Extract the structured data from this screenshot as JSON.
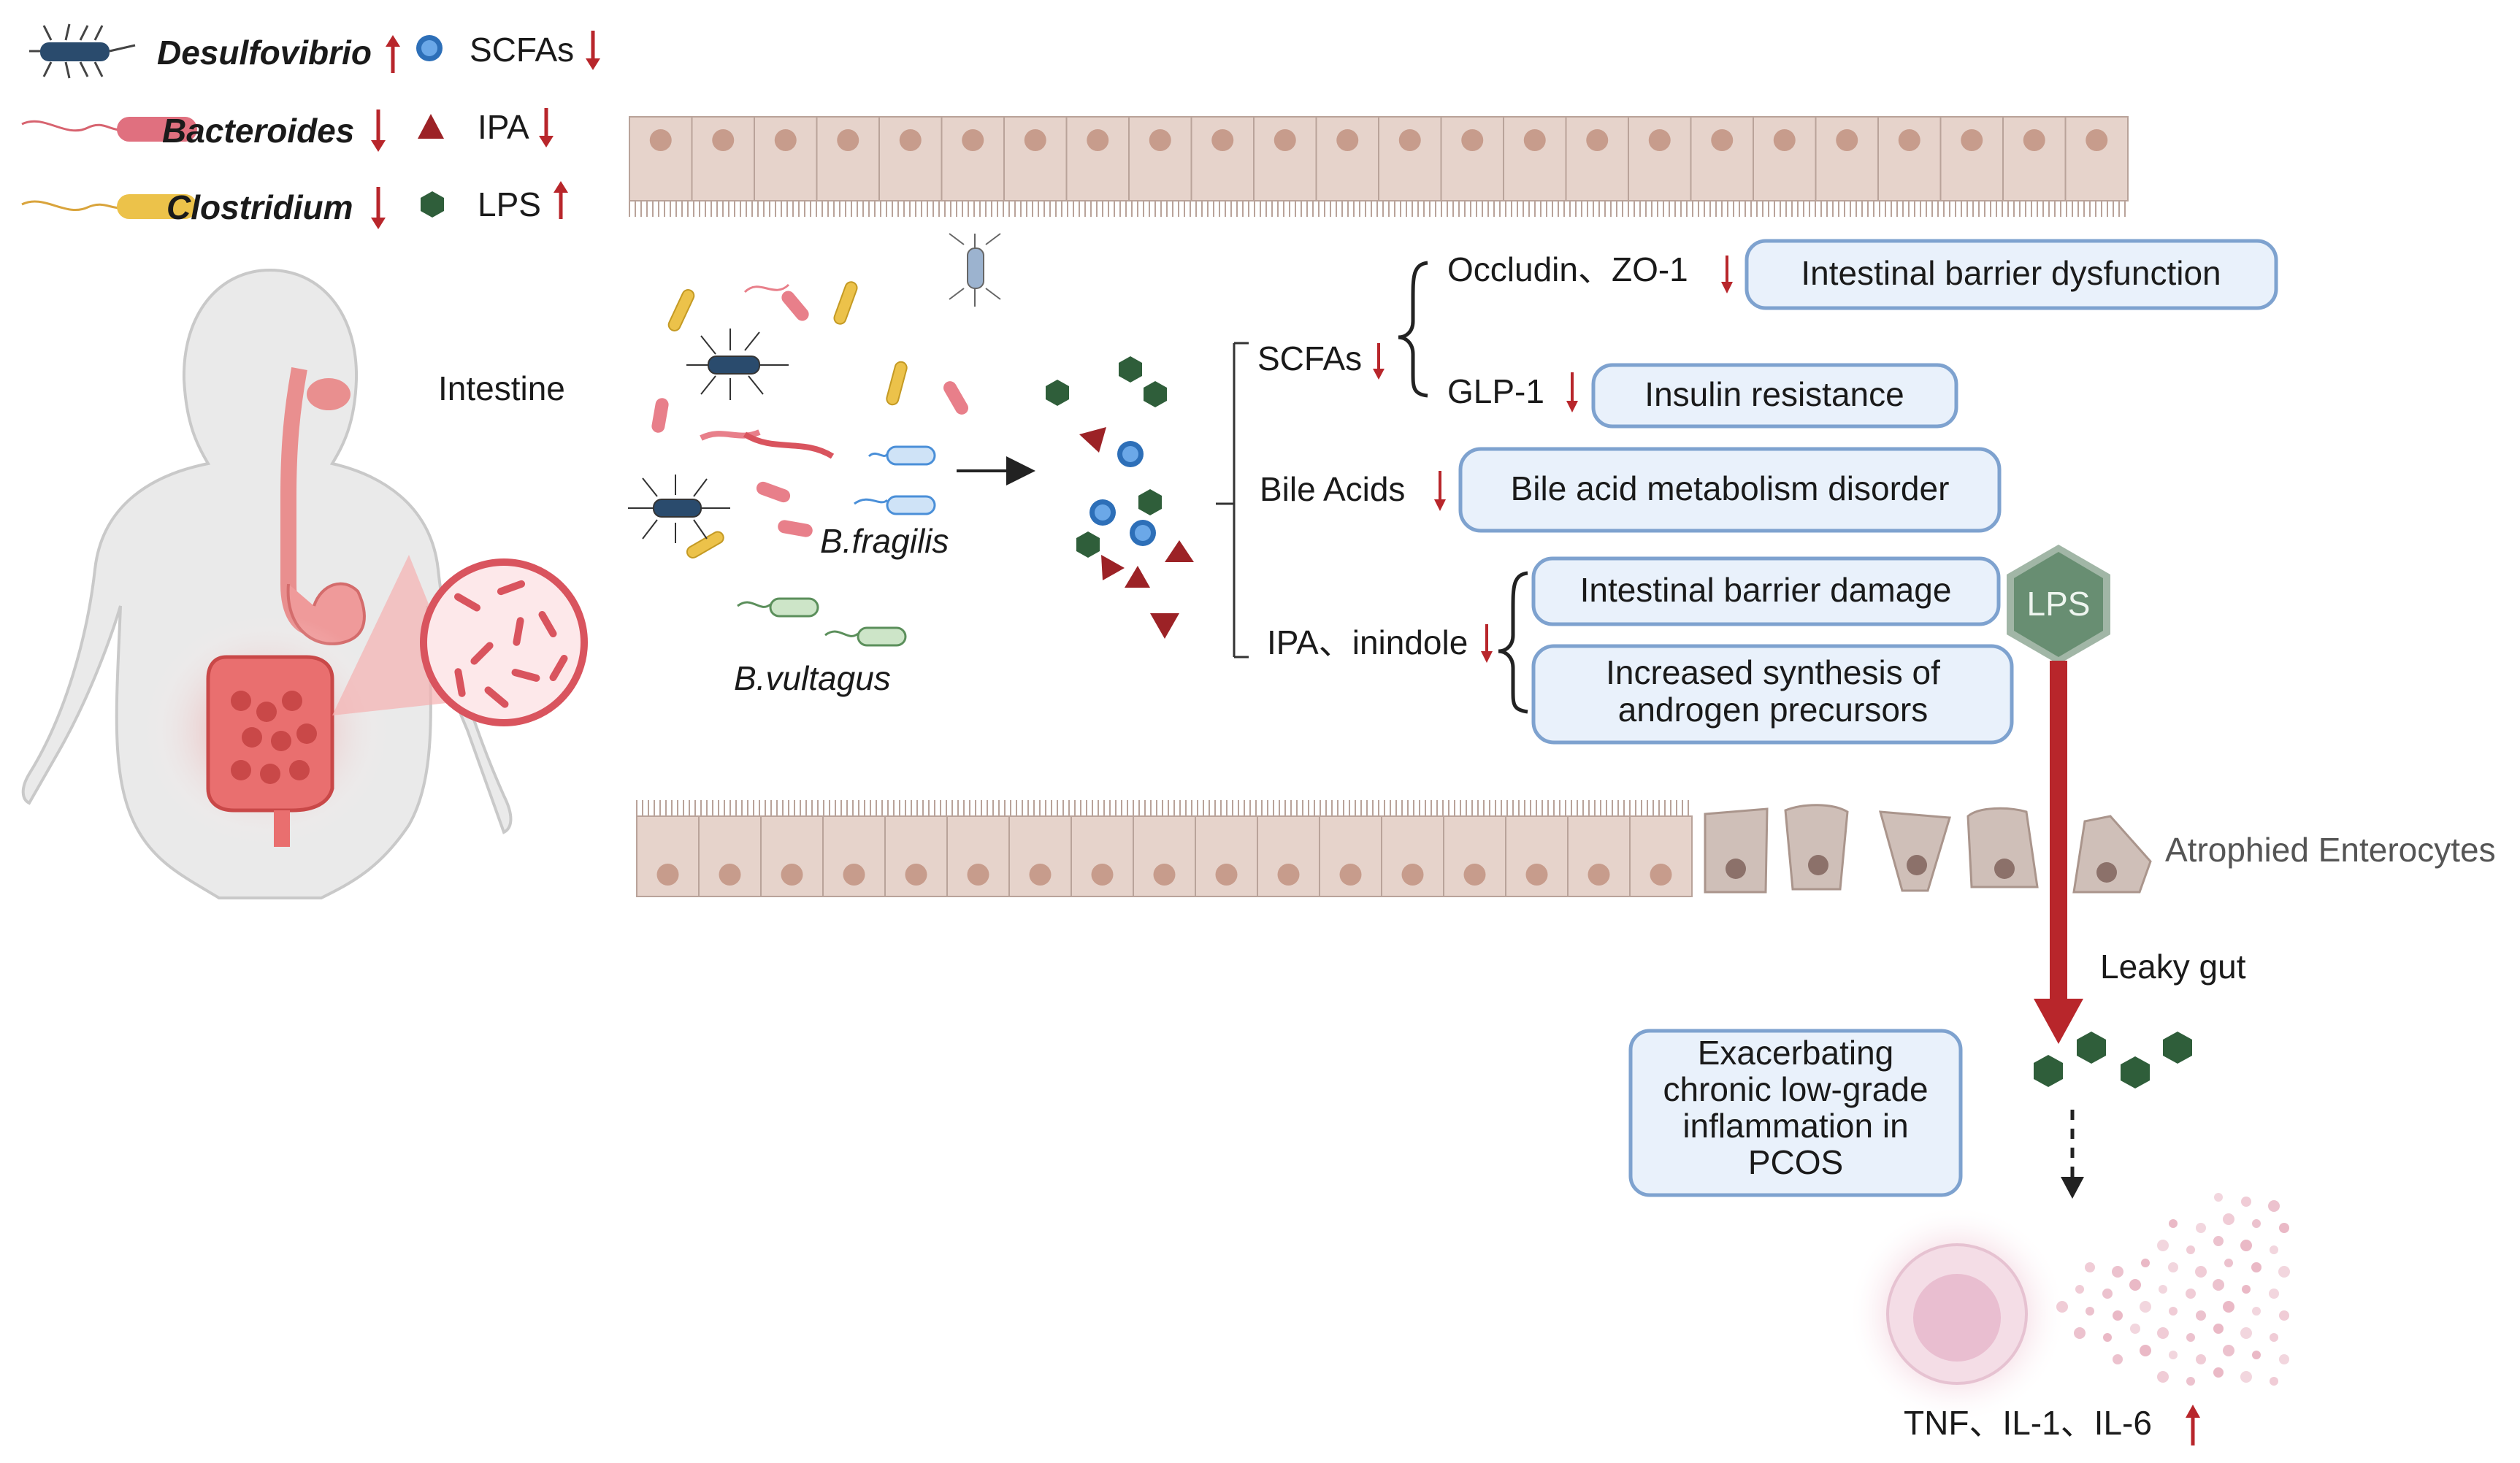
{
  "legend": {
    "items": [
      {
        "label": "Desulfovibrio",
        "trend": "up"
      },
      {
        "label": "Bacteroides",
        "trend": "down"
      },
      {
        "label": "Clostridium",
        "trend": "down"
      }
    ],
    "markers": [
      {
        "label": "SCFAs",
        "trend": "down"
      },
      {
        "label": "IPA",
        "trend": "down"
      },
      {
        "label": "LPS",
        "trend": "up"
      }
    ]
  },
  "intestine_label": "Intestine",
  "bacteria_labels": {
    "fragilis": "B.fragilis",
    "vultagus": "B.vultagus"
  },
  "metabolites": {
    "scfas": "SCFAs",
    "bile_acids": "Bile Acids",
    "ipa_indole": "IPA、inindole",
    "occludin": "Occludin、ZO-1",
    "glp1": "GLP-1"
  },
  "outcomes": {
    "barrier_dysfunction": "Intestinal barrier dysfunction",
    "insulin_resistance": "Insulin resistance",
    "bile_disorder": "Bile acid metabolism disorder",
    "barrier_damage": "Intestinal barrier damage",
    "androgen_line1": "Increased synthesis of",
    "androgen_line2": "androgen precursors"
  },
  "lps_label": "LPS",
  "atrophied_label": "Atrophied Enterocytes",
  "leaky_gut_label": "Leaky gut",
  "inflammation": {
    "line1": "Exacerbating",
    "line2": "chronic low-grade",
    "line3": "inflammation in",
    "line4": "PCOS"
  },
  "cytokines_label": "TNF、IL-1、IL-6",
  "colors": {
    "arrow_red": "#b8262b",
    "lps_green": "#2f5e3a",
    "scfa_blue": "#4a8fd8",
    "box_fill": "#e9f1fb",
    "box_stroke": "#7ea2cf",
    "cell_fill": "#e6d3cb"
  }
}
